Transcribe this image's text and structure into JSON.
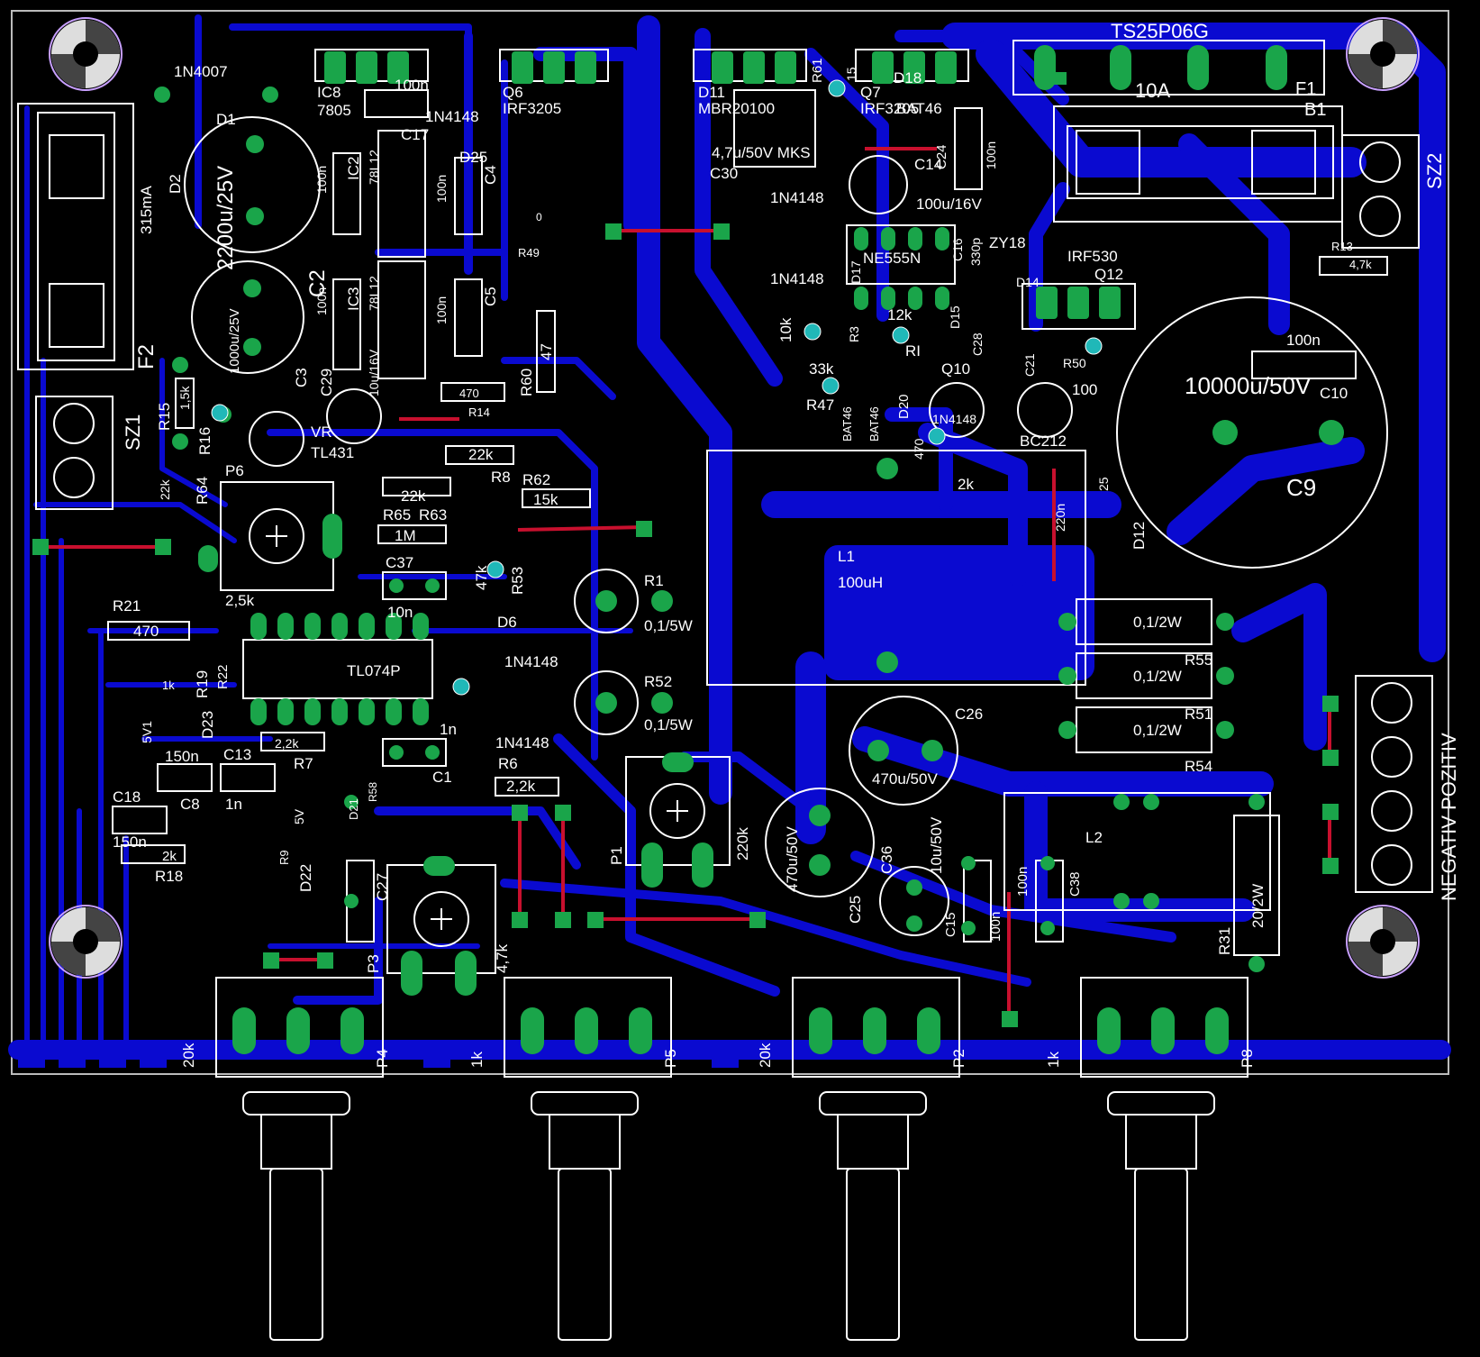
{
  "board": {
    "colors": {
      "background": "#000000",
      "copper_bottom": "#0a0ad0",
      "copper_top": "#c8102e",
      "pad": "#1aa54a",
      "via": "#20b8b8",
      "silkscreen": "#ffffff",
      "hole_marker": "#c8a0ff"
    }
  },
  "connectors": {
    "sz1": "SZ1",
    "sz2": "SZ2",
    "negativ_poziti": "NEGATIV POZITIV",
    "b1": "B1",
    "b1_part": "TS25P06G",
    "f1": "F1",
    "f1_val": "10A",
    "f2": "F2",
    "f2_val": "315mA"
  },
  "labels": {
    "ic8": "IC8",
    "ic8_val": "7805",
    "c17": "C17",
    "c17_val": "100n",
    "d25_val": "1N4148",
    "d25": "D25",
    "q6": "Q6",
    "q6_val": "IRF3205",
    "d11": "D11",
    "d11_val": "MBR20100",
    "c30": "C30",
    "c30_val": "4,7u/50V MKS",
    "r61": "R61",
    "r61_val": "15",
    "q7": "Q7",
    "q7_val": "IRF3205",
    "d18": "D18",
    "d18_val": "BAT46",
    "c14": "C14",
    "c14_val": "100u/16V",
    "c24": "C24",
    "c24_val": "100n",
    "ic_ne555": "NE555N",
    "d17": "D17",
    "c16": "C16",
    "c16_val": "330p",
    "zy18": "ZY18",
    "d14": "D14",
    "q12": "Q12",
    "q12_val": "IRF530",
    "d15": "D15",
    "c28": "C28",
    "r12k": "12k",
    "rl": "RI",
    "r10k": "10k",
    "r3": "R3",
    "r47": "R47",
    "r47_val": "33k",
    "d20": "D20",
    "bat46a": "BAT46",
    "bat46b": "BAT46",
    "q10": "Q10",
    "d13_val": "1N4148",
    "r470": "470",
    "r2k": "2k",
    "bc212": "BC212",
    "r50": "R50",
    "r100": "100",
    "c21": "C21",
    "r13": "R13",
    "r13_val": "4,7k",
    "c9": "C9",
    "c9_val": "10000u/50V",
    "c10": "C10",
    "c10_val": "100n",
    "l1": "L1",
    "l1_val": "100uH",
    "d12": "D12",
    "r220n": "220n",
    "r25": "25",
    "r55": "R55",
    "r51": "R51",
    "r54": "R54",
    "r01_2w": "0,1/2W",
    "r1": "R1",
    "r1_val": "0,1/5W",
    "r52": "R52",
    "r52_val": "0,1/5W",
    "c26": "C26",
    "c26_val": "470u/50V",
    "c25": "C25",
    "c25_val": "470u/50V",
    "c36": "C36",
    "c36_val": "10u/50V",
    "c15": "C15",
    "c15_val": "100n",
    "c38": "C38",
    "c38_val": "100n",
    "l2": "L2",
    "r31": "R31",
    "r31_val": "20/2W",
    "p1": "P1",
    "p1_val": "220k",
    "d1": "D1",
    "d1_val": "1N4007",
    "d2": "D2",
    "c2_a": "C2",
    "c2_val": "2200u/25V",
    "c3": "C3",
    "c3_val": "1000u/25V",
    "ic2": "IC2",
    "ic3": "IC3",
    "ic2_val": "78L12",
    "c4": "C4",
    "c5": "C5",
    "c100n": "100n",
    "c29": "C29",
    "c29_val": "10u/16V",
    "r14": "R14",
    "r14_val": "470",
    "r60": "R60",
    "r60_val": "47",
    "r49": "R49",
    "r49_val": "0",
    "r15": "R15",
    "r15_val": "1,5k",
    "r16": "R16",
    "vr1": "VR",
    "vr1_val": "TL431",
    "r8": "R8",
    "r8_val": "22k",
    "r64": "R64",
    "r64_val": "22k",
    "p6": "P6",
    "p6_val": "2,5k",
    "r65": "R65",
    "r65_val": "22k",
    "r62": "R62",
    "r62_val": "15k",
    "r63": "R63",
    "r63_val": "1M",
    "c37": "C37",
    "c37_val": "10n",
    "r53": "R53",
    "r53_val": "47k",
    "r21": "R21",
    "r21_val": "470",
    "r22": "R22",
    "r22_val": "2,2k",
    "ic_tl074": "TL074P",
    "d6": "D6",
    "d6_val": "1N4148",
    "r19": "R19",
    "r18_val2": "1k",
    "d23": "D23",
    "d23_val": "5V1",
    "c13": "C13",
    "r7": "R7",
    "r7_val": "2,2k",
    "c8": "C8",
    "c8_val": "150n",
    "c13_val": "1n",
    "c1": "C1",
    "c1_val": "1n",
    "r6": "R6",
    "r6_val": "2,2k",
    "c18": "C18",
    "c18_val": "150n",
    "r18": "R18",
    "r18_val": "2k",
    "d22": "D22",
    "r9": "R9",
    "r9_val": "5V",
    "r58": "R58",
    "d21": "D21",
    "c27": "C27",
    "p3": "P3",
    "p3_val": "4,7k",
    "p4": "P4",
    "p4_val": "20k",
    "p5": "P5",
    "p5_val": "1k",
    "p2": "P2",
    "p2_val": "20k",
    "p8": "P8",
    "p8_val": "1k",
    "d_1n4148_a": "1N4148",
    "d_1n4148_b": "1N4148",
    "d_1n4148_c": "1N4148"
  }
}
